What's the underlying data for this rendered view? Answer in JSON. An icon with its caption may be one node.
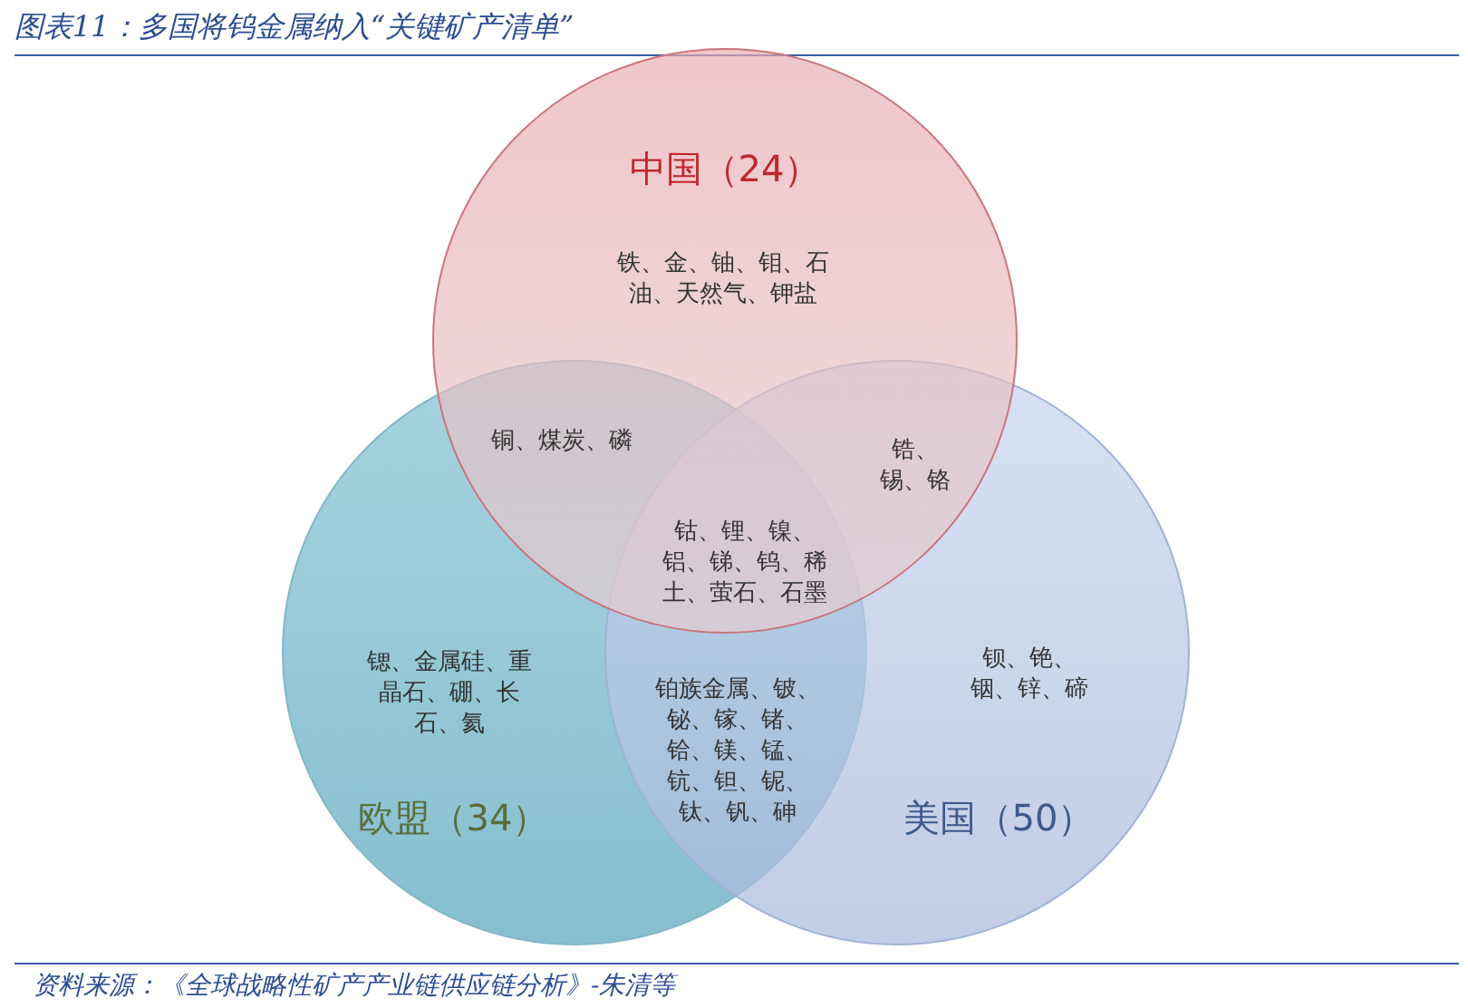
{
  "diagram": {
    "title": "图表11：多国将钨金属纳入“关键矿产清单”",
    "caption": "资料来源：《全球战略性矿产产业链供应链分析》-朱清等",
    "nodes": [
      {
        "text": [
          "中国（24）",
          "铁、金、铀、钼、石油、天然气、钾盐"
        ]
      },
      {
        "text": [
          "锶、金属硅、重晶石、硼、长石、氦",
          "欧盟（34）"
        ]
      },
      {
        "text": [
          "钡、铯、铟、锌、碲",
          "美国（50）"
        ]
      }
    ],
    "labels": [
      "铜、煤炭、磷",
      "锆、锡、铬",
      "钴、锂、镍、铝、锑、钨、稀土、萤石、石墨",
      "铂族金属、铍、铋、镓、锗、铪、镁、锰、钪、钽、铌、钛、钒、砷"
    ]
  }
}
